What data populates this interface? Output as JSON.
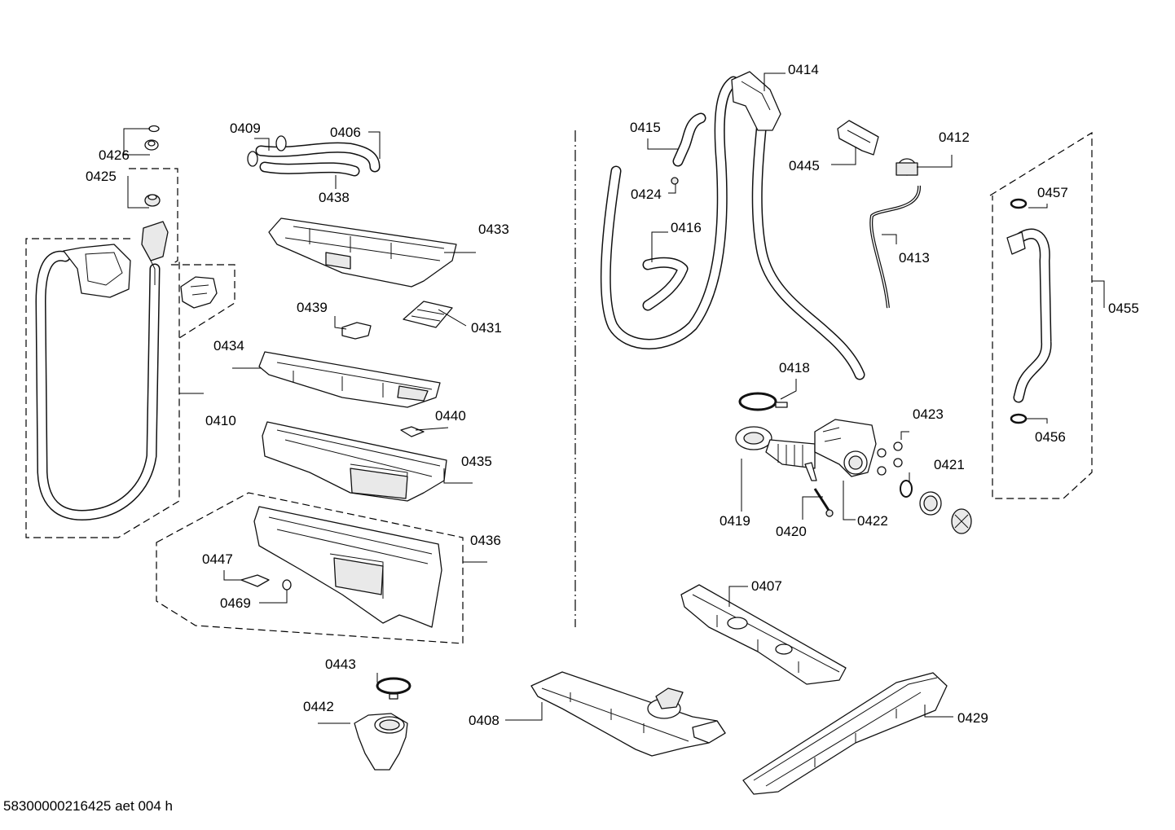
{
  "footer": {
    "code": "58300000216425 aet 004 h"
  },
  "parts": [
    {
      "id": "0426",
      "label": "0426"
    },
    {
      "id": "0425",
      "label": "0425"
    },
    {
      "id": "0409",
      "label": "0409"
    },
    {
      "id": "0406",
      "label": "0406"
    },
    {
      "id": "0438",
      "label": "0438"
    },
    {
      "id": "0433",
      "label": "0433"
    },
    {
      "id": "0439",
      "label": "0439"
    },
    {
      "id": "0431",
      "label": "0431"
    },
    {
      "id": "0434",
      "label": "0434"
    },
    {
      "id": "0410",
      "label": "0410"
    },
    {
      "id": "0440",
      "label": "0440"
    },
    {
      "id": "0435",
      "label": "0435"
    },
    {
      "id": "0436",
      "label": "0436"
    },
    {
      "id": "0447",
      "label": "0447"
    },
    {
      "id": "0469",
      "label": "0469"
    },
    {
      "id": "0443",
      "label": "0443"
    },
    {
      "id": "0442",
      "label": "0442"
    },
    {
      "id": "0414",
      "label": "0414"
    },
    {
      "id": "0415",
      "label": "0415"
    },
    {
      "id": "0445",
      "label": "0445"
    },
    {
      "id": "0412",
      "label": "0412"
    },
    {
      "id": "0424",
      "label": "0424"
    },
    {
      "id": "0416",
      "label": "0416"
    },
    {
      "id": "0413",
      "label": "0413"
    },
    {
      "id": "0457",
      "label": "0457"
    },
    {
      "id": "0455",
      "label": "0455"
    },
    {
      "id": "0418",
      "label": "0418"
    },
    {
      "id": "0423",
      "label": "0423"
    },
    {
      "id": "0421",
      "label": "0421"
    },
    {
      "id": "0456",
      "label": "0456"
    },
    {
      "id": "0419",
      "label": "0419"
    },
    {
      "id": "0420",
      "label": "0420"
    },
    {
      "id": "0422",
      "label": "0422"
    },
    {
      "id": "0407",
      "label": "0407"
    },
    {
      "id": "0408",
      "label": "0408"
    },
    {
      "id": "0429",
      "label": "0429"
    }
  ]
}
